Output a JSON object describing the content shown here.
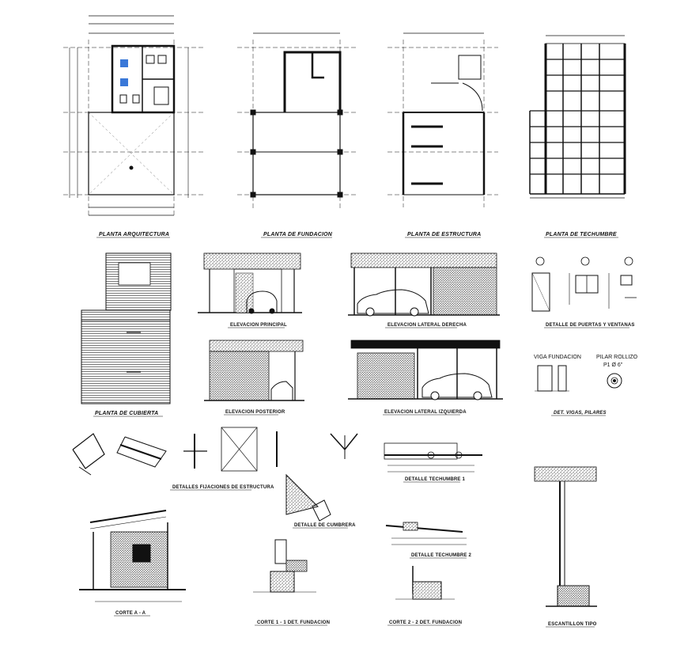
{
  "sheet": {
    "plan_titles": {
      "arquitectura": "PLANTA ARQUITECTURA",
      "fundacion": "PLANTA DE FUNDACION",
      "estructura": "PLANTA DE ESTRUCTURA",
      "techumbre": "PLANTA DE TECHUMBRE",
      "cubierta": "PLANTA DE CUBIERTA"
    },
    "elevation_titles": {
      "principal": "ELEVACION PRINCIPAL",
      "lateral_derecha": "ELEVACION LATERAL DERECHA",
      "posterior": "ELEVACION POSTERIOR",
      "lateral_izquierda": "ELEVACION LATERAL IZQUIERDA"
    },
    "detail_titles": {
      "puertas_ventanas": "DETALLE DE PUERTAS Y VENTANAS",
      "vigas_pilares": "DET. VIGAS, PILARES",
      "fijaciones": "DETALLES FIJACIONES DE ESTRUCTURA",
      "cumbrera": "DETALLE DE CUMBRERA",
      "techumbre_1": "DETALLE TECHUMBRE 1",
      "techumbre_2": "DETALLE TECHUMBRE 2",
      "corte_aa": "CORTE A - A",
      "corte_1": "CORTE 1 - 1 DET. FUNDACION",
      "corte_2": "CORTE 2 - 2 DET. FUNDACION",
      "escantillon": "ESCANTILLON TIPO"
    },
    "notes": {
      "viga_fundacion": "VIGA FUNDACION",
      "pilar_rollizo": "PILAR ROLLIZO",
      "pilar_dim": "P1 Ø 6\""
    },
    "colors": {
      "ink": "#111111",
      "fixture_blue": "#3a78d8"
    }
  }
}
